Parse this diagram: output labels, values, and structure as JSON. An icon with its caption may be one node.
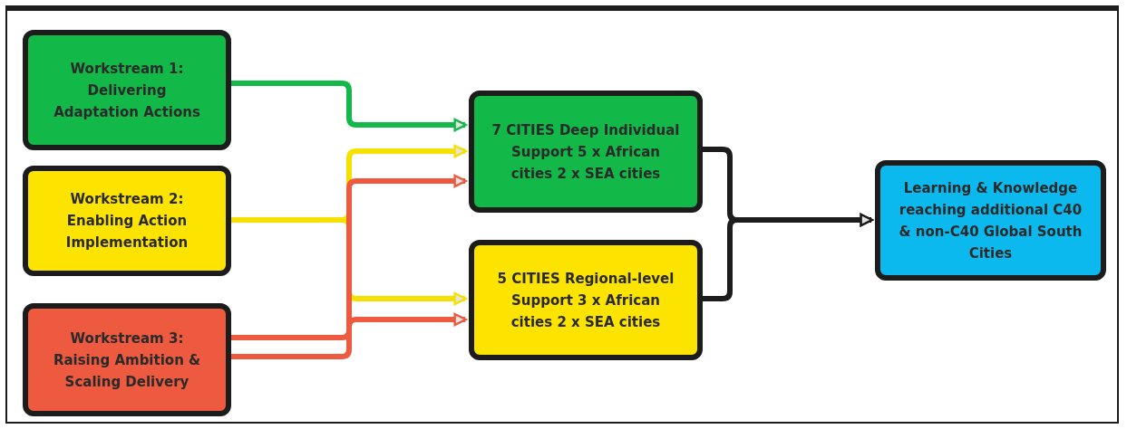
{
  "diagram": {
    "nodes": [
      {
        "text": [
          "Workstream 1: Delivering Adaptation Actions"
        ]
      },
      {
        "text": [
          "Workstream 2: Enabling Action Implementation"
        ]
      },
      {
        "text": [
          "Workstream 3: Raising Ambition & Scaling Delivery"
        ]
      },
      {
        "text": [
          "7 CITIES Deep Individual Support 5 x African cities 2 x SEA cities"
        ]
      },
      {
        "text": [
          "5 CITIES Regional-level Support 3 x African cities 2 x SEA cities"
        ]
      },
      {
        "text": [
          "Learning & Knowledge reaching additional C40 & non-C40 Global South Cities"
        ]
      }
    ],
    "edges": [
      {
        "from": 0,
        "to": 3,
        "arrow": "to",
        "color": "#12b848"
      },
      {
        "from": 1,
        "to": 3,
        "arrow": "to",
        "color": "#f5e000"
      },
      {
        "from": 1,
        "to": 4,
        "arrow": "to",
        "color": "#f5e000"
      },
      {
        "from": 2,
        "to": 3,
        "arrow": "to",
        "color": "#ee5a3f"
      },
      {
        "from": 2,
        "to": 4,
        "arrow": "to",
        "color": "#ee5a3f"
      },
      {
        "from": 3,
        "to": 5,
        "arrow": "to",
        "color": "#1c1c1c"
      },
      {
        "from": 4,
        "to": 5,
        "arrow": "to",
        "color": "#1c1c1c"
      }
    ]
  }
}
